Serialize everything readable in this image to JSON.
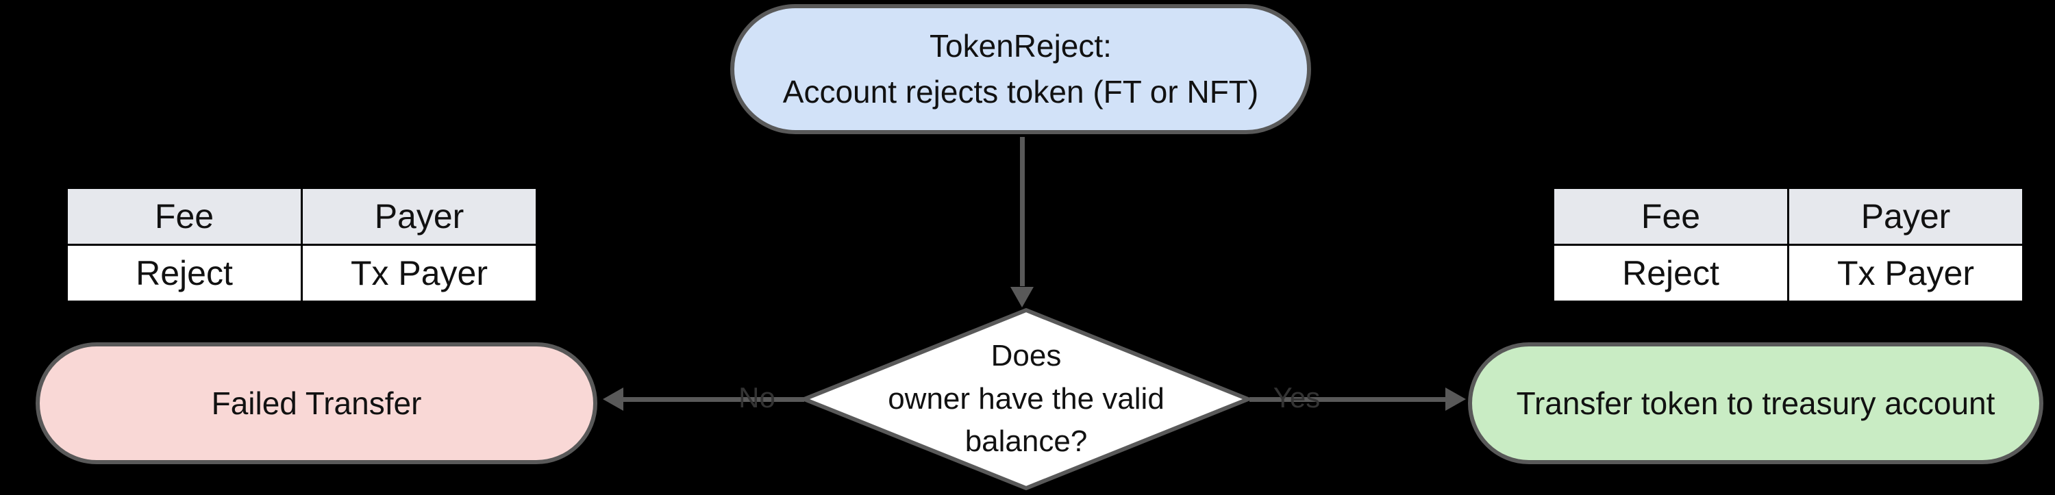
{
  "canvas": {
    "background": "#000000",
    "stroke_color": "#595959"
  },
  "nodes": {
    "token_reject": {
      "label": "TokenReject:\nAccount rejects token (FT or NFT)",
      "fill": "#d2e2f8"
    },
    "decision": {
      "label": "Does\nowner have the valid\nbalance?",
      "fill": "#ffffff"
    },
    "failed_transfer": {
      "label": "Failed Transfer",
      "fill": "#f9d8d6"
    },
    "transfer_treasury": {
      "label": "Transfer token to treasury account",
      "fill": "#c9ecc4"
    }
  },
  "edges": {
    "no_label": "No",
    "yes_label": "Yes"
  },
  "fee_table_left": {
    "header_fill": "#e6e8ed",
    "headers": [
      "Fee",
      "Payer"
    ],
    "rows": [
      [
        "Reject",
        "Tx Payer"
      ]
    ]
  },
  "fee_table_right": {
    "header_fill": "#e6e8ed",
    "headers": [
      "Fee",
      "Payer"
    ],
    "rows": [
      [
        "Reject",
        "Tx Payer"
      ]
    ]
  }
}
